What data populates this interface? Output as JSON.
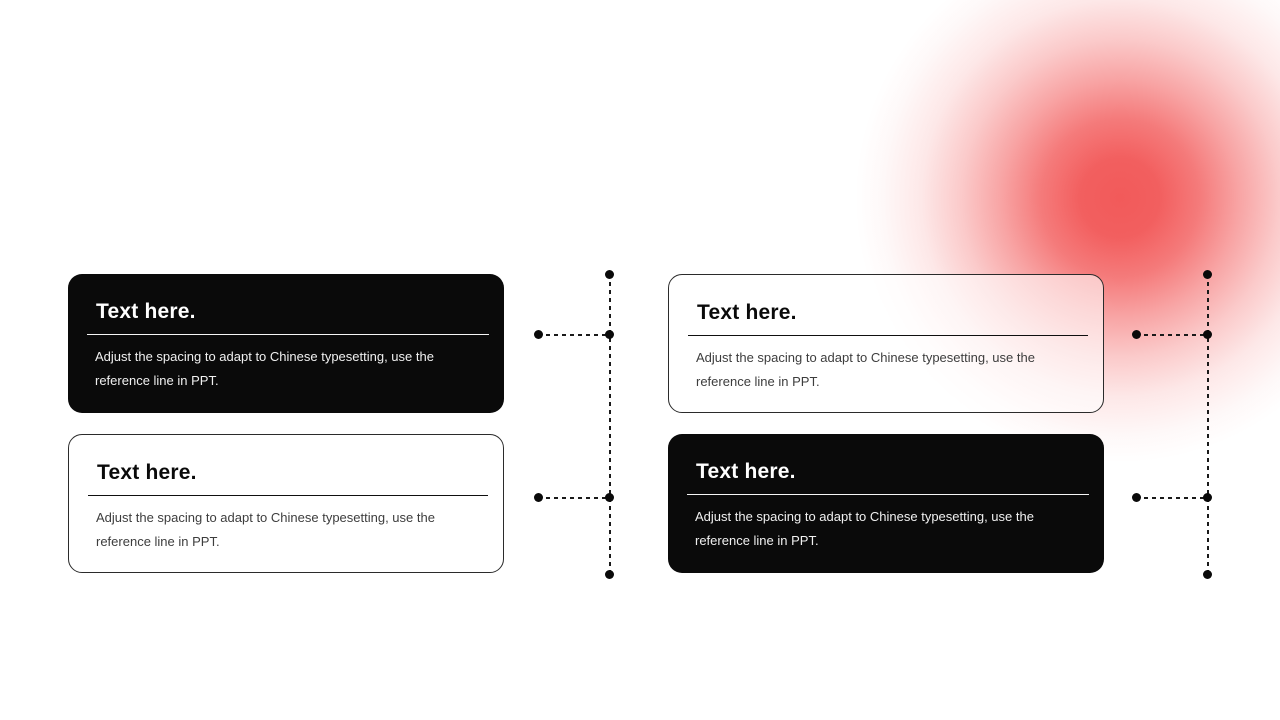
{
  "slide": {
    "background_color": "#ffffff",
    "accent_blob_color": "#f25c5c",
    "card_dark_bg": "#0a0a0a",
    "card_light_border": "#2b2b2b",
    "cards": [
      {
        "position": "top-left",
        "style": "dark",
        "title": "Text here.",
        "body": "Adjust the spacing to adapt to Chinese typesetting, use the reference line in PPT."
      },
      {
        "position": "top-right",
        "style": "light",
        "title": "Text here.",
        "body": "Adjust the spacing to adapt to Chinese typesetting, use the reference line in PPT."
      },
      {
        "position": "bottom-left",
        "style": "light",
        "title": "Text here.",
        "body": "Adjust the spacing to adapt to Chinese typesetting, use the reference line in PPT."
      },
      {
        "position": "bottom-right",
        "style": "dark",
        "title": "Text here.",
        "body": "Adjust the spacing to adapt to Chinese typesetting, use the reference line in PPT."
      }
    ]
  }
}
